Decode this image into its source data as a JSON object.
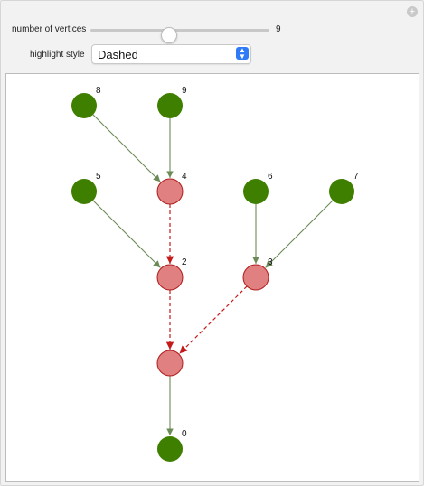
{
  "controls": {
    "vertices_label": "number of vertices",
    "vertices_value": "9",
    "vertices_level": 9,
    "style_label": "highlight style",
    "style_value": "Dashed"
  },
  "colors": {
    "normal_fill": "#3f7f00",
    "highlight_fill": "#e08080",
    "highlight_stroke": "#b01c1c",
    "edge_normal": "#6b8a55",
    "edge_highlight": "#c41a1a"
  },
  "graph": {
    "nodes": [
      {
        "id": "0",
        "label": "0",
        "highlighted": false
      },
      {
        "id": "1",
        "label": "",
        "highlighted": true
      },
      {
        "id": "2",
        "label": "2",
        "highlighted": true
      },
      {
        "id": "3",
        "label": "3",
        "highlighted": true
      },
      {
        "id": "4",
        "label": "4",
        "highlighted": true
      },
      {
        "id": "5",
        "label": "5",
        "highlighted": false
      },
      {
        "id": "6",
        "label": "6",
        "highlighted": false
      },
      {
        "id": "7",
        "label": "7",
        "highlighted": false
      },
      {
        "id": "8",
        "label": "8",
        "highlighted": false
      },
      {
        "id": "9",
        "label": "9",
        "highlighted": false
      }
    ],
    "edges": [
      {
        "from": "8",
        "to": "4",
        "highlighted": false
      },
      {
        "from": "9",
        "to": "4",
        "highlighted": false
      },
      {
        "from": "5",
        "to": "2",
        "highlighted": false
      },
      {
        "from": "4",
        "to": "2",
        "highlighted": true
      },
      {
        "from": "6",
        "to": "3",
        "highlighted": false
      },
      {
        "from": "7",
        "to": "3",
        "highlighted": false
      },
      {
        "from": "2",
        "to": "1",
        "highlighted": true
      },
      {
        "from": "3",
        "to": "1",
        "highlighted": true
      },
      {
        "from": "1",
        "to": "0",
        "highlighted": false
      }
    ]
  }
}
